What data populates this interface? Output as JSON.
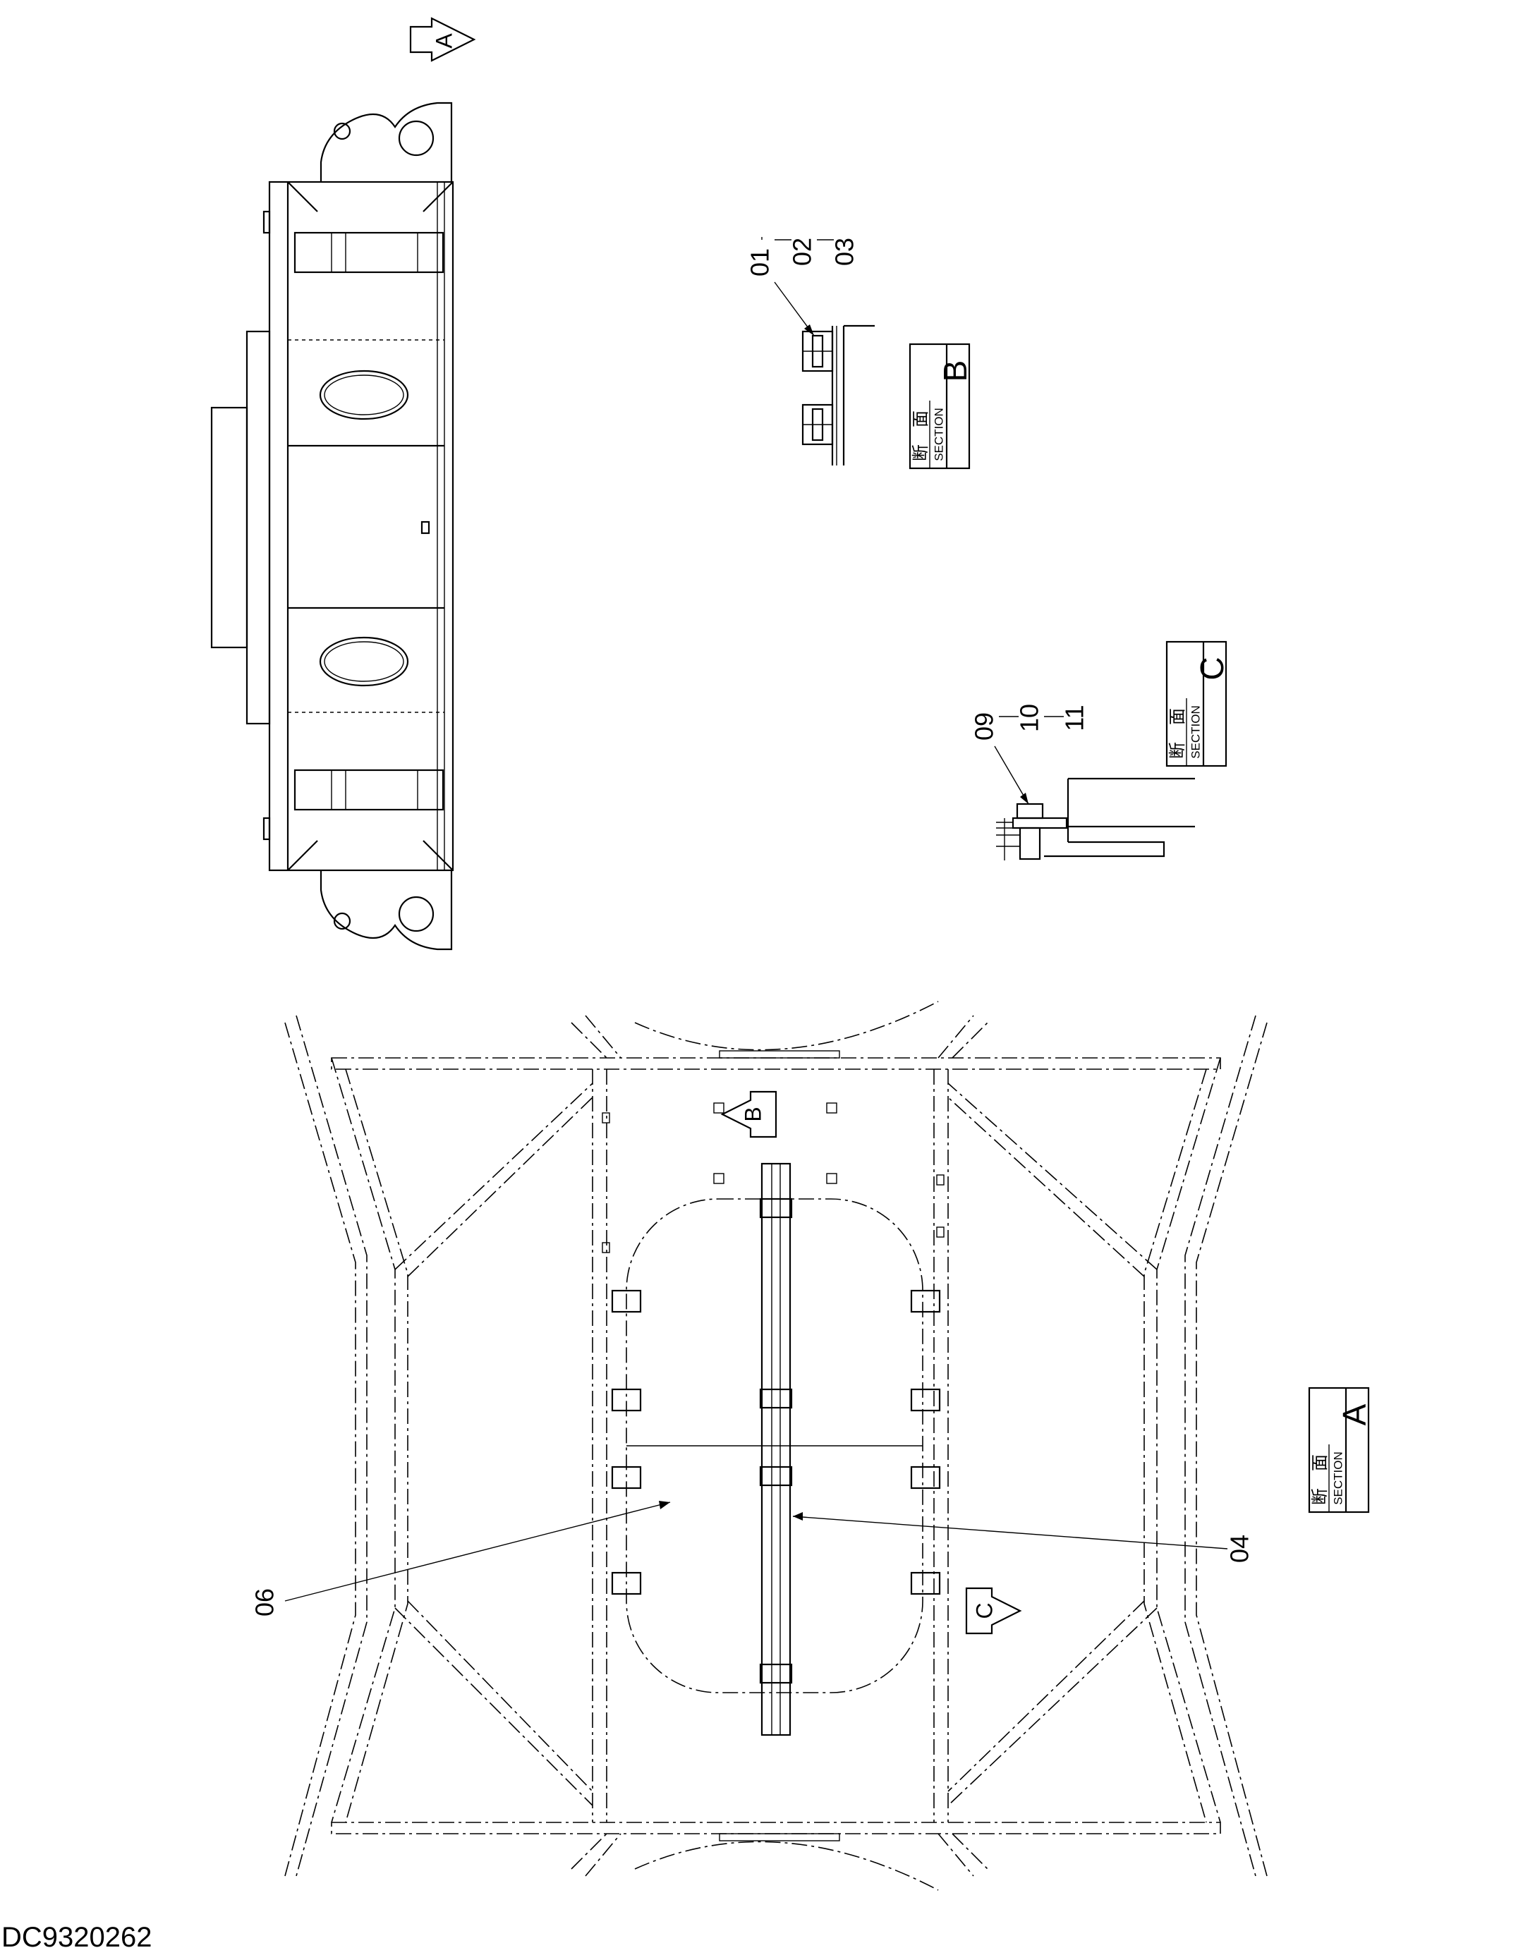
{
  "drawing_code": "DC9320262",
  "view_arrows": {
    "a": "A",
    "b": "B",
    "c": "C"
  },
  "section_b": {
    "jp": "断　面",
    "en": "SECTION",
    "letter": "B"
  },
  "section_c": {
    "jp": "断　面",
    "en": "SECTION",
    "letter": "C"
  },
  "section_a": {
    "jp": "断　面",
    "en": "SECTION",
    "letter": "A"
  },
  "callouts": {
    "b_group": [
      "01",
      "02",
      "03"
    ],
    "c_group": [
      "09",
      "10",
      "11"
    ],
    "part_04": "04",
    "part_06": "06"
  }
}
